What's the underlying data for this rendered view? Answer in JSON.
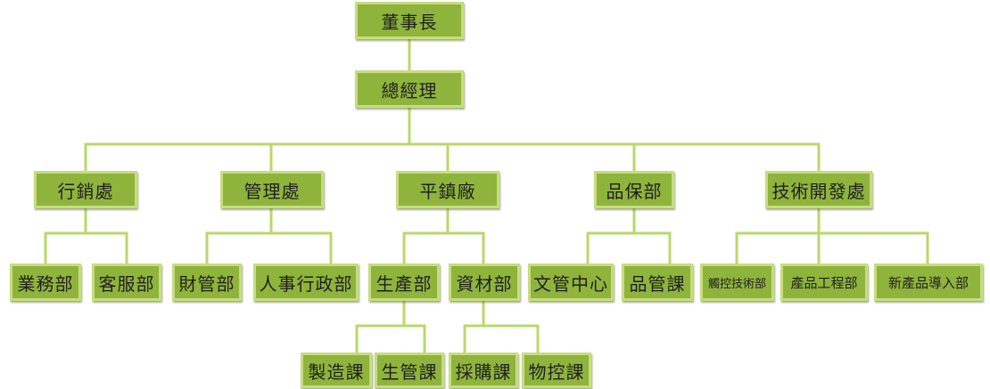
{
  "nodes": {
    "chairman": "董事長",
    "gm": "總經理",
    "marketing": "行銷處",
    "management": "管理處",
    "pingzhen": "平鎮廠",
    "qa": "品保部",
    "tech_dev": "技術開發處",
    "sales": "業務部",
    "customer_service": "客服部",
    "finance": "財管部",
    "hr_admin": "人事行政部",
    "production": "生產部",
    "materials": "資材部",
    "document_center": "文管中心",
    "quality_control": "品管課",
    "touch_tech": "觸控技術部",
    "product_eng": "產品工程部",
    "npi": "新產品導入部",
    "manufacturing": "製造課",
    "production_control": "生管課",
    "purchasing": "採購課",
    "material_control": "物控課"
  },
  "colors": {
    "box_fill": "#8fb43c",
    "box_border": "#c7dd7e",
    "connector": "#b9d86a"
  }
}
